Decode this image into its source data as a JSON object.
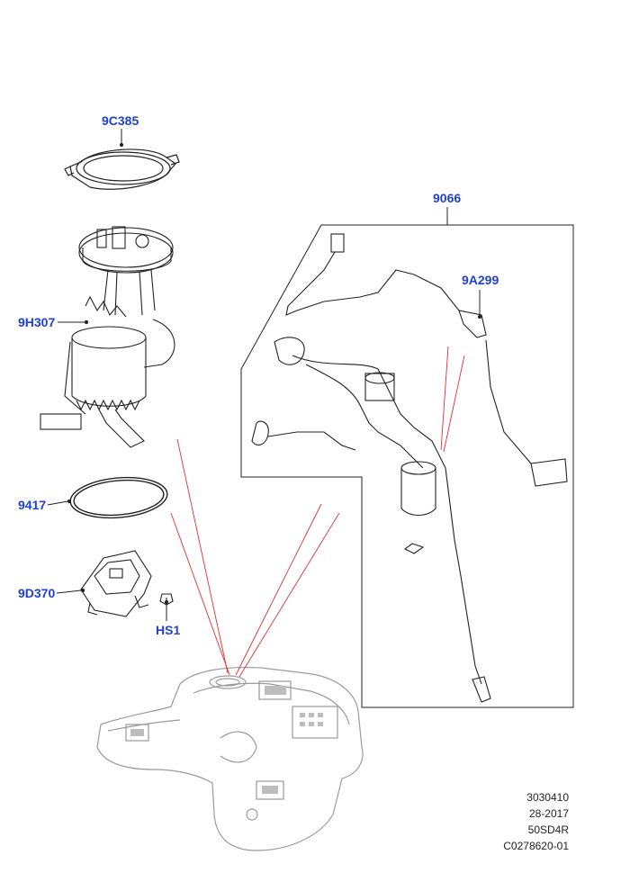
{
  "callouts": {
    "c_9C385": "9C385",
    "c_9066": "9066",
    "c_9A299": "9A299",
    "c_9H307": "9H307",
    "c_9417": "9417",
    "c_9D370": "9D370",
    "c_HS1": "HS1"
  },
  "footer": {
    "line1": "3030410",
    "line2": "28-2017",
    "line3": "50SD4R",
    "line4": "C0278620-01"
  },
  "colors": {
    "callout_text": "#1f3fd6",
    "leader_red": "#e03030",
    "line_art": "#222222",
    "tank_grey": "#9a9a9a"
  }
}
